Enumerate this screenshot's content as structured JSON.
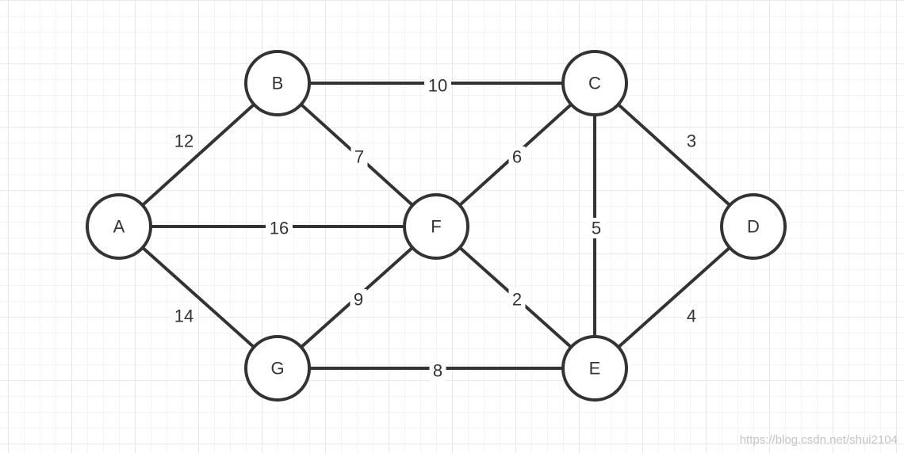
{
  "graph": {
    "nodes": [
      {
        "id": "A",
        "label": "A"
      },
      {
        "id": "B",
        "label": "B"
      },
      {
        "id": "C",
        "label": "C"
      },
      {
        "id": "D",
        "label": "D"
      },
      {
        "id": "E",
        "label": "E"
      },
      {
        "id": "F",
        "label": "F"
      },
      {
        "id": "G",
        "label": "G"
      }
    ],
    "edges": [
      {
        "from": "A",
        "to": "B",
        "weight": "12"
      },
      {
        "from": "A",
        "to": "F",
        "weight": "16"
      },
      {
        "from": "A",
        "to": "G",
        "weight": "14"
      },
      {
        "from": "B",
        "to": "C",
        "weight": "10"
      },
      {
        "from": "B",
        "to": "F",
        "weight": "7"
      },
      {
        "from": "F",
        "to": "C",
        "weight": "6"
      },
      {
        "from": "F",
        "to": "G",
        "weight": "9"
      },
      {
        "from": "F",
        "to": "E",
        "weight": "2"
      },
      {
        "from": "C",
        "to": "E",
        "weight": "5"
      },
      {
        "from": "C",
        "to": "D",
        "weight": "3"
      },
      {
        "from": "G",
        "to": "E",
        "weight": "8"
      },
      {
        "from": "E",
        "to": "D",
        "weight": "4"
      }
    ]
  },
  "watermark": "https://blog.csdn.net/shui2104"
}
